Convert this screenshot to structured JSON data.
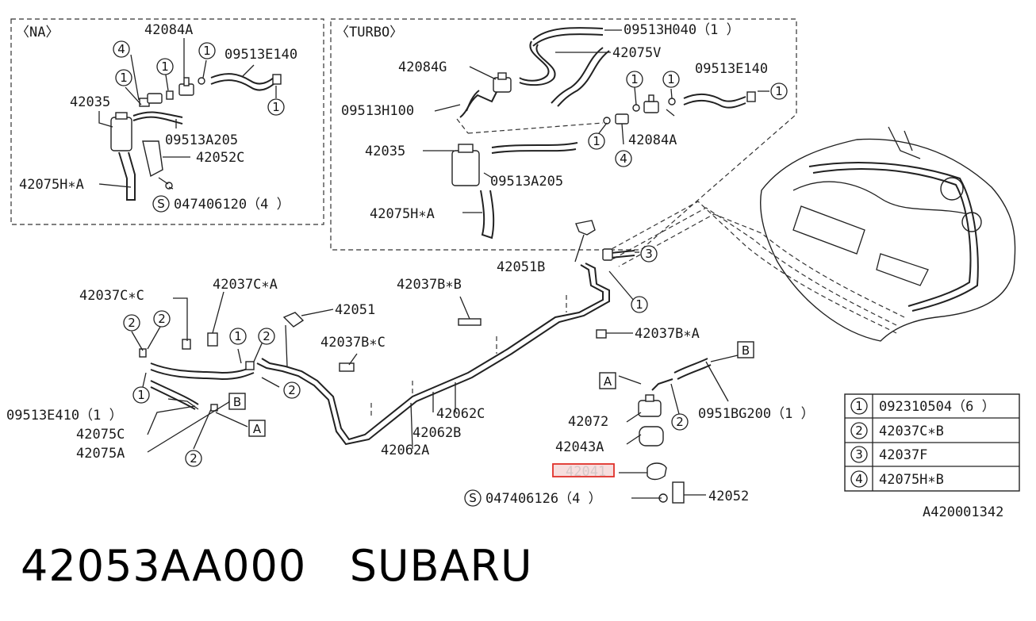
{
  "panels": {
    "na_title": "〈NA〉",
    "turbo_title": "〈TURBO〉"
  },
  "callouts": {
    "na": [
      "42084A",
      "09513E140",
      "42035",
      "09513A205",
      "42052C",
      "42075H∗A",
      "047406120（4 ）"
    ],
    "turbo": [
      "09513H040（1 ）",
      "42075V",
      "42084G",
      "09513E140",
      "09513H100",
      "42035",
      "42084A",
      "09513A205",
      "42075H∗A"
    ],
    "main": [
      "42051B",
      "42037C∗C",
      "42037C∗A",
      "42051",
      "42037B∗B",
      "42037B∗C",
      "42037B∗A",
      "09513E410（1 ）",
      "42075C",
      "42075A",
      "42062C",
      "42062B",
      "42062A",
      "42072",
      "42043A",
      "42041",
      "047406126（4 ）",
      "42052",
      "0951BG200（1 ）"
    ]
  },
  "ref_letters": [
    "A",
    "B"
  ],
  "circled_numbers": [
    "1",
    "2",
    "3",
    "4"
  ],
  "circled_s": "S",
  "legend": [
    {
      "num": "1",
      "part": "092310504（6 ）"
    },
    {
      "num": "2",
      "part": "42037C∗B"
    },
    {
      "num": "3",
      "part": "42037F"
    },
    {
      "num": "4",
      "part": "42075H∗B"
    }
  ],
  "highlighted_part": "42041",
  "highlight_color": "#e0302a",
  "diagram_code": "A420001342",
  "footer": {
    "part_number": "42053AA000",
    "brand": "SUBARU"
  }
}
